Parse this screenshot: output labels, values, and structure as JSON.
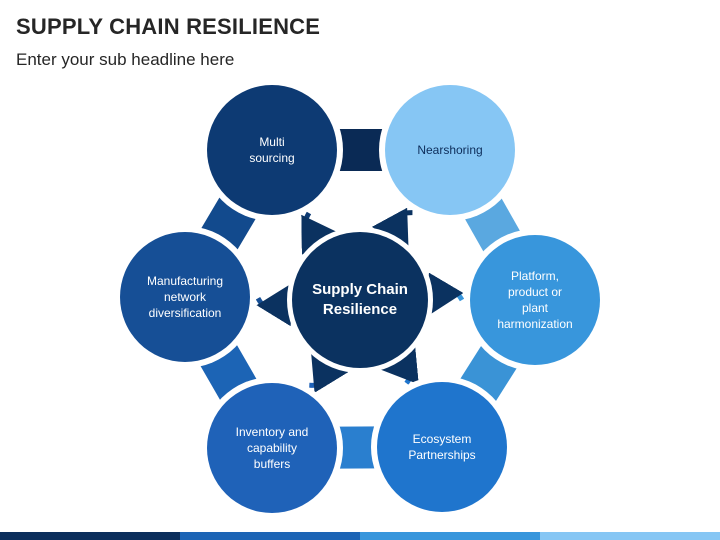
{
  "header": {
    "title": "SUPPLY CHAIN RESILIENCE",
    "subtitle": "Enter your sub headline here"
  },
  "diagram": {
    "center": {
      "label": "Supply Chain\nResilience",
      "color": "#0b3260"
    },
    "nodes": [
      {
        "label": "Multi\nsourcing",
        "color": "#0d3a73",
        "text_color": "#ffffff",
        "icon": "arrow-icon"
      },
      {
        "label": "Nearshoring",
        "color": "#86c6f4",
        "text_color": "#0d2d5a",
        "icon": "arrow-icon"
      },
      {
        "label": "Platform,\nproduct or\nplant\nharmonization",
        "color": "#3896dc",
        "text_color": "#ffffff",
        "icon": "arrow-icon"
      },
      {
        "label": "Ecosystem\nPartnerships",
        "color": "#1f75cd",
        "text_color": "#ffffff",
        "icon": "arrow-icon"
      },
      {
        "label": "Inventory and\ncapability\nbuffers",
        "color": "#1f62b8",
        "text_color": "#ffffff",
        "icon": "arrow-icon"
      },
      {
        "label": "Manufacturing\nnetwork\ndiversification",
        "color": "#164f96",
        "text_color": "#ffffff",
        "icon": "arrow-icon"
      }
    ],
    "ring_colors": [
      "#0a2a55",
      "#5aa8e0",
      "#3a93d6",
      "#2a7fcf",
      "#1c64b5",
      "#124a8d"
    ]
  },
  "footer": {
    "bar_colors": [
      "#0b2e5c",
      "#1c64b5",
      "#3896dc",
      "#86c6f4"
    ]
  }
}
